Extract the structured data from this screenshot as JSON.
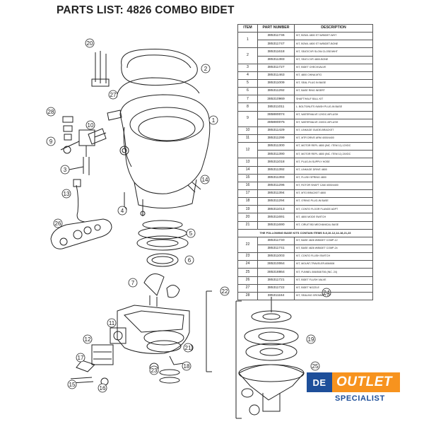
{
  "document": {
    "title": "PARTS LIST:  4826 COMBO BIDET"
  },
  "table": {
    "headers": [
      "ITEM",
      "PART NUMBER",
      "DESCRIPTION"
    ],
    "rows": [
      {
        "item": "1",
        "pn": "385311746",
        "desc": "KIT, BOWL 4800 ST W/BIDET-WHT"
      },
      {
        "item": "",
        "pn": "385311747",
        "desc": "KIT, BOWL 4800 ST W/BIDET-BONE"
      },
      {
        "item": "2",
        "pn": "385311618",
        "desc": "KIT, SEAT/CVR SLOW-CLOSE/WHT"
      },
      {
        "item": "",
        "pn": "385311383",
        "desc": "KIT, SEAT-CVR 4800-BONE"
      },
      {
        "item": "3",
        "pn": "385311727",
        "desc": "KIT, BIDET CHECKVALVE"
      },
      {
        "item": "4",
        "pn": "385311463",
        "desc": "KIT, 4800 CHINA MTG"
      },
      {
        "item": "5",
        "pn": "385311009",
        "desc": "KIT, SEAL PLUG IN BASE"
      },
      {
        "item": "6",
        "pn": "385311292",
        "desc": "KIT, BASE RING INSERT"
      },
      {
        "item": "7",
        "pn": "385310969",
        "desc": "SHAFT/HALF BALL KIT"
      },
      {
        "item": "8",
        "pn": "385311011",
        "desc": "L. BOLTS/NUTS /WASH PLUG-IN BASE"
      },
      {
        "item": "9",
        "pn": "385880074",
        "desc": "KIT, WATERVALVE 12VDC-MFLUSH"
      },
      {
        "item": "",
        "pn": "385880075",
        "desc": "KIT, WATERVALVE 24VDC-MFLUSH"
      },
      {
        "item": "10",
        "pn": "385311429",
        "desc": "KIT, LINKAGE GUIDE-BRACKET"
      },
      {
        "item": "11",
        "pn": "385311299",
        "desc": "KIT, MTR DRIVE ARM 4000/4400"
      },
      {
        "item": "12",
        "pn": "385311300",
        "desc": "KIT, MOTOR REPL 4800 (INC. ITEM 11) 12VDC"
      },
      {
        "item": "",
        "pn": "385311390",
        "desc": "KIT, MOTOR REPL 4800 (INC. ITEM 11) 24VDC"
      },
      {
        "item": "13",
        "pn": "385311018",
        "desc": "KIT, PLUG-IN SUPPLY HOSE"
      },
      {
        "item": "14",
        "pn": "385311392",
        "desc": "KIT, LINKAGE DRIVE 4800"
      },
      {
        "item": "15",
        "pn": "385311393",
        "desc": "KIT, FLUSH SPRING 4800"
      },
      {
        "item": "16",
        "pn": "385311296",
        "desc": "KIT, ROTOR SHAFT CAM 4000/4400"
      },
      {
        "item": "17",
        "pn": "385311394",
        "desc": "KIT, MTG BRACKET 4800"
      },
      {
        "item": "18",
        "pn": "385311294",
        "desc": "KIT, O'RING PLUG-IN BASE"
      },
      {
        "item": "19",
        "pn": "385311013",
        "desc": "KIT, CONTO FLOOR FLANGE ADPT"
      },
      {
        "item": "20",
        "pn": "385311691",
        "desc": "KIT, 4800 MODE SWITCH"
      },
      {
        "item": "21",
        "pn": "385311690",
        "desc": "KIT, CIRUIT BD MECHANICAL BASE"
      },
      {
        "note": "THE FOLLOWING BASE KITS CONTAIN ITEMS 5-8,10-12,14-18,21,23"
      },
      {
        "item": "22",
        "pn": "385311740",
        "desc": "KIT, BASE 4826 W/BIDET COMP-12"
      },
      {
        "item": "",
        "pn": "385311741",
        "desc": "KIT, BASE 4826 W/BIDET COMP-24"
      },
      {
        "item": "23",
        "pn": "385311003",
        "desc": "KIT, CONTO FLUSH SWITCH"
      },
      {
        "item": "24",
        "pn": "385310064",
        "desc": "KIT, MOUNT-TRAVELER-606/608"
      },
      {
        "item": "25",
        "pn": "385318864",
        "desc": "KIT, FUNNEL 506/508/706 (INC. 24)"
      },
      {
        "item": "26",
        "pn": "385311721",
        "desc": "KIT, BIDET FLUSH VALVE"
      },
      {
        "item": "27",
        "pn": "385311722",
        "desc": "KIT, BIDET NOZZLE"
      },
      {
        "item": "28",
        "pn": "385311164",
        "desc": "KIT, SEALING GROMMET 1/2\""
      }
    ]
  },
  "callouts": [
    "20",
    "2",
    "27",
    "28",
    "1",
    "9",
    "10",
    "3",
    "13",
    "14",
    "4",
    "26",
    "5",
    "6",
    "7",
    "22",
    "11",
    "12",
    "17",
    "15",
    "16",
    "23",
    "18",
    "21",
    "24",
    "19",
    "25"
  ],
  "logo": {
    "prefix": "DE",
    "brand": "OUTLET",
    "tagline": "SPECIALIST",
    "colors": {
      "prefix_bg": "#1e4f9a",
      "brand_bg": "#f7931e",
      "tagline": "#1e4f9a"
    }
  }
}
